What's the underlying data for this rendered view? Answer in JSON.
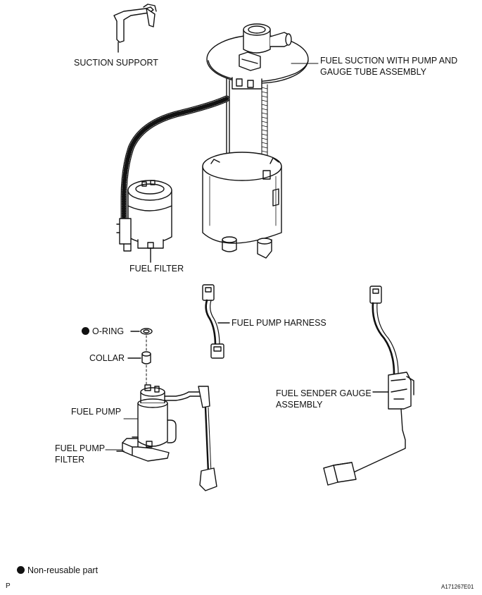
{
  "labels": {
    "suction_support": "SUCTION SUPPORT",
    "fuel_suction_line1": "FUEL SUCTION WITH PUMP AND",
    "fuel_suction_line2": "GAUGE TUBE ASSEMBLY",
    "fuel_filter": "FUEL FILTER",
    "fuel_pump_harness": "FUEL PUMP HARNESS",
    "o_ring": "O-RING",
    "collar": "COLLAR",
    "fuel_pump": "FUEL PUMP",
    "fuel_pump_filter_line1": "FUEL PUMP",
    "fuel_pump_filter_line2": "FILTER",
    "fuel_sender_line1": "FUEL SENDER GAUGE",
    "fuel_sender_line2": "ASSEMBLY"
  },
  "legend": {
    "symbol": "filled-circle",
    "text": "Non-reusable part"
  },
  "footer": {
    "page_mark": "P",
    "figure_code": "A171267E01"
  }
}
